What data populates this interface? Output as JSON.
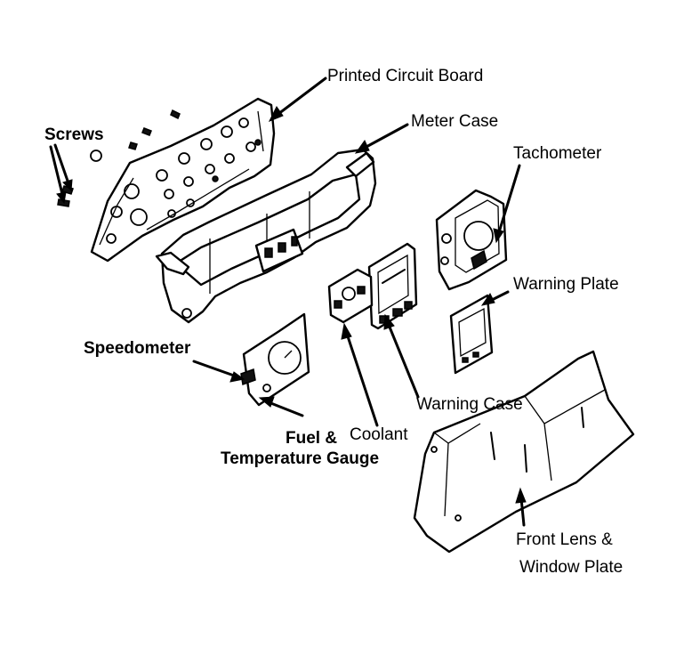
{
  "diagram": {
    "labels": {
      "printed_circuit_board": "Printed Circuit Board",
      "screws": "Screws",
      "meter_case": "Meter Case",
      "tachometer": "Tachometer",
      "warning_plate": "Warning Plate",
      "speedometer": "Speedometer",
      "warning_case": "Warning Case",
      "coolant": "Coolant",
      "fuel_line1": "Fuel &",
      "fuel_line2": "Temperature Gauge",
      "front_lens_line1": "Front Lens &",
      "front_lens_line2": "Window Plate"
    }
  }
}
